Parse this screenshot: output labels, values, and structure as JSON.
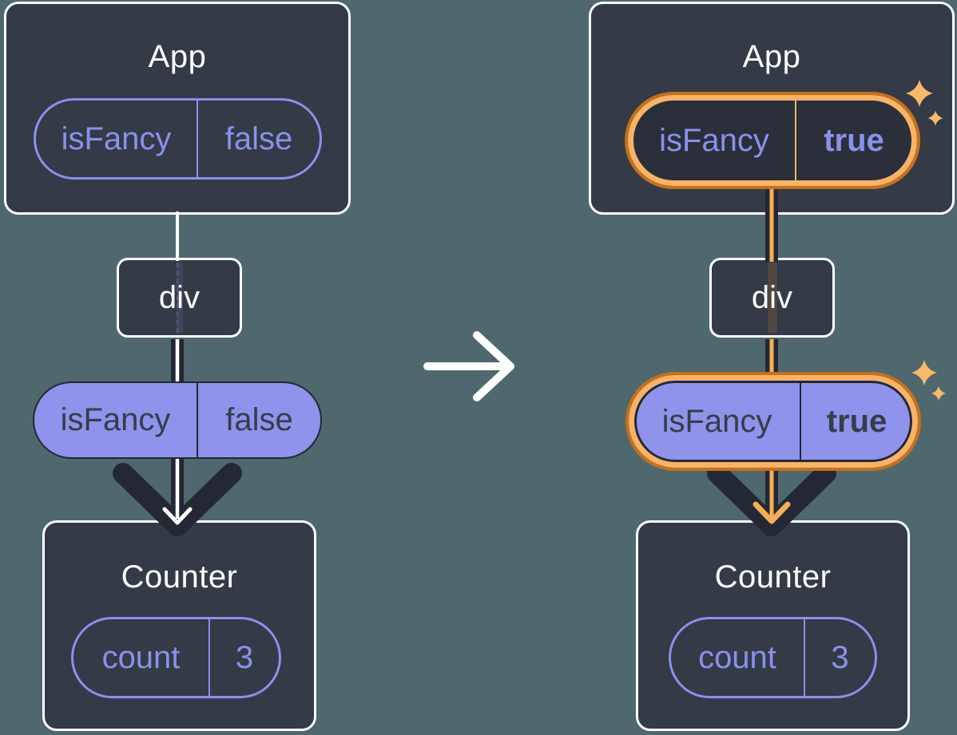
{
  "colors": {
    "background": "#4E686E",
    "card": "#343A46",
    "card_inner_hl": "#2A2F3A",
    "white": "#FFFFFF",
    "arrow_dark": "#242834",
    "purple": "#8A91EB",
    "purple_fill": "#8F93EC",
    "pill_text_dark": "#373D49",
    "pill_border_dark": "#232832",
    "orange_outline": "#C4711E",
    "orange_band": "#F8B368",
    "orange_arrow": "#F5AF56",
    "sparkle": "#F7BA6B"
  },
  "left": {
    "app": {
      "title": "App",
      "prop_name": "isFancy",
      "prop_value": "false"
    },
    "div_node": {
      "label": "div"
    },
    "prop_pill": {
      "name": "isFancy",
      "value": "false"
    },
    "counter": {
      "title": "Counter",
      "state_name": "count",
      "state_value": "3"
    }
  },
  "right": {
    "app": {
      "title": "App",
      "prop_name": "isFancy",
      "prop_value": "true"
    },
    "div_node": {
      "label": "div"
    },
    "prop_pill": {
      "name": "isFancy",
      "value": "true"
    },
    "counter": {
      "title": "Counter",
      "state_name": "count",
      "state_value": "3"
    }
  }
}
